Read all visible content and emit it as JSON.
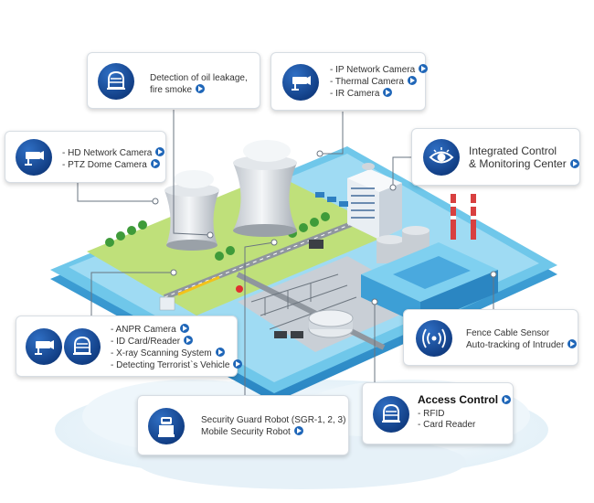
{
  "callouts": {
    "oil": {
      "lines": [
        "Detection of oil leakage,",
        "fire smoke"
      ]
    },
    "ipcam": {
      "lines": [
        "- IP Network Camera",
        "- Thermal Camera",
        "- IR Camera"
      ]
    },
    "hdcam": {
      "lines": [
        "- HD Network Camera",
        "- PTZ Dome Camera"
      ]
    },
    "control": {
      "lines": [
        "Integrated  Control",
        "& Monitoring Center"
      ]
    },
    "anpr": {
      "lines": [
        "- ANPR Camera",
        "- ID Card/Reader",
        "- X-ray Scanning System",
        "- Detecting Terrorist`s Vehicle"
      ]
    },
    "fence": {
      "lines": [
        "Fence Cable Sensor",
        "Auto-tracking of Intruder"
      ]
    },
    "robot": {
      "lines": [
        "Security Guard Robot (SGR-1, 2, 3)",
        "Mobile Security Robot"
      ]
    },
    "access": {
      "title": "Access Control",
      "lines": [
        "- RFID",
        "- Card  Reader"
      ]
    }
  },
  "icons": {
    "oil": "alarm-siren-icon",
    "ipcam": "cctv-camera-icon",
    "hdcam": "cctv-camera-icon",
    "control": "eye-icon",
    "anpr_camera": "cctv-camera-icon",
    "anpr_siren": "alarm-siren-icon",
    "fence": "signal-waves-icon",
    "robot": "robot-icon",
    "access": "alarm-siren-icon"
  },
  "colors": {
    "icon_blue": "#1b4f9c",
    "ground_green": "#bfe07a",
    "platform_blue": "#6fc7ea",
    "building_blue": "#49a8dd"
  }
}
